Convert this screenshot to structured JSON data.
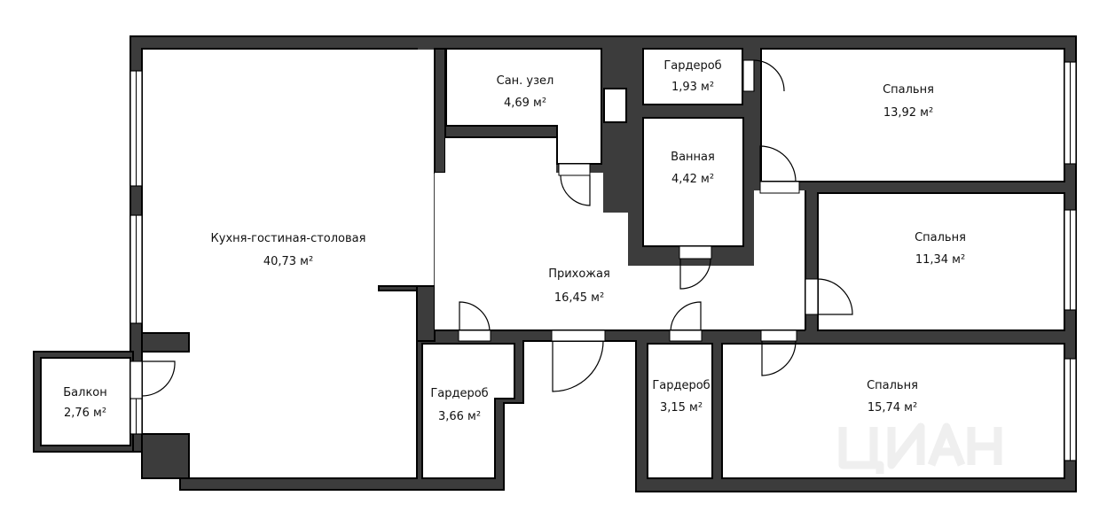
{
  "title": "Floor plan",
  "colors": {
    "wall": "#3c3c3c",
    "background": "#ffffff"
  },
  "watermark": "циан",
  "rooms": [
    {
      "name": "Кухня-гостиная-столовая",
      "area": "40,73 м²"
    },
    {
      "name": "Сан. узел",
      "area": "4,69 м²"
    },
    {
      "name": "Гардероб",
      "area": "1,93 м²"
    },
    {
      "name": "Спальня",
      "area": "13,92 м²"
    },
    {
      "name": "Ванная",
      "area": "4,42 м²"
    },
    {
      "name": "Спальня",
      "area": "11,34 м²"
    },
    {
      "name": "Прихожая",
      "area": "16,45 м²"
    },
    {
      "name": "Балкон",
      "area": "2,76 м²"
    },
    {
      "name": "Гардероб",
      "area": "3,66 м²"
    },
    {
      "name": "Гардероб",
      "area": "3,15 м²"
    },
    {
      "name": "Спальня",
      "area": "15,74 м²"
    }
  ]
}
